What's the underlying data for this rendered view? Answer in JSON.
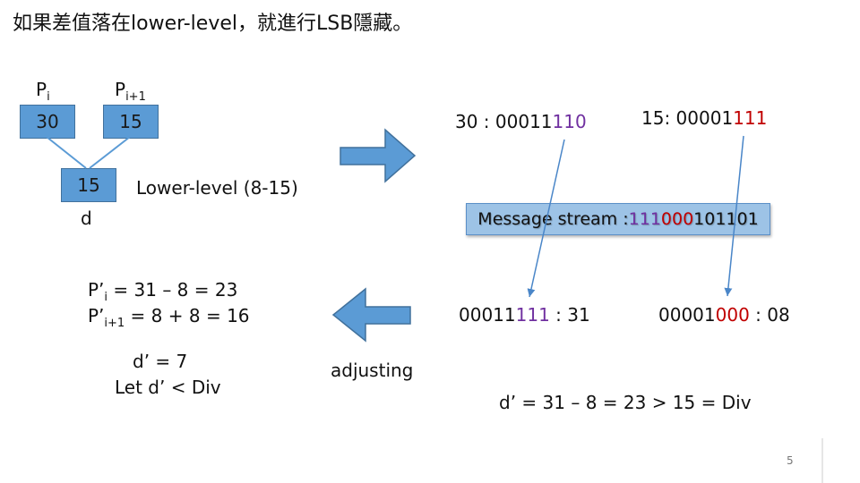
{
  "title": "如果差值落在lower-level，就進行LSB隱藏。",
  "pi": {
    "label": "P",
    "sub": "i",
    "value": "30"
  },
  "pi1": {
    "label": "P",
    "sub": "i+1",
    "value": "15"
  },
  "d": {
    "value": "15",
    "label": "d"
  },
  "range_label": "Lower-level (8-15)",
  "bin30": {
    "prefix": "30 : 00011",
    "tail": "110"
  },
  "bin15": {
    "prefix": "15:  00001",
    "tail": "111"
  },
  "message": {
    "prefix": "Message stream : ",
    "purple": "111",
    "red": "000",
    "rest": "101101"
  },
  "new31": {
    "head": "00011",
    "purple": "111",
    "suffix": " : 31"
  },
  "new08": {
    "head": "00001",
    "red": "000",
    "suffix": " : 08"
  },
  "p_new_i": {
    "pre": "P’",
    "sub": "i",
    "post": "  = 31 – 8 = 23"
  },
  "p_new_i1": {
    "pre": "P’",
    "sub": "i+1",
    "post": " = 8 + 8 = 16"
  },
  "d_new": "d’ = 7",
  "let_d": "Let d’ < Div",
  "adjusting": "adjusting",
  "d_check": "d’ = 31 – 8 = 23 > 15 = Div",
  "slide_number": "5",
  "colors": {
    "box": "#5b9bd5",
    "arrow": "#4a86c8",
    "purple": "#7030a0",
    "red": "#c00000"
  }
}
